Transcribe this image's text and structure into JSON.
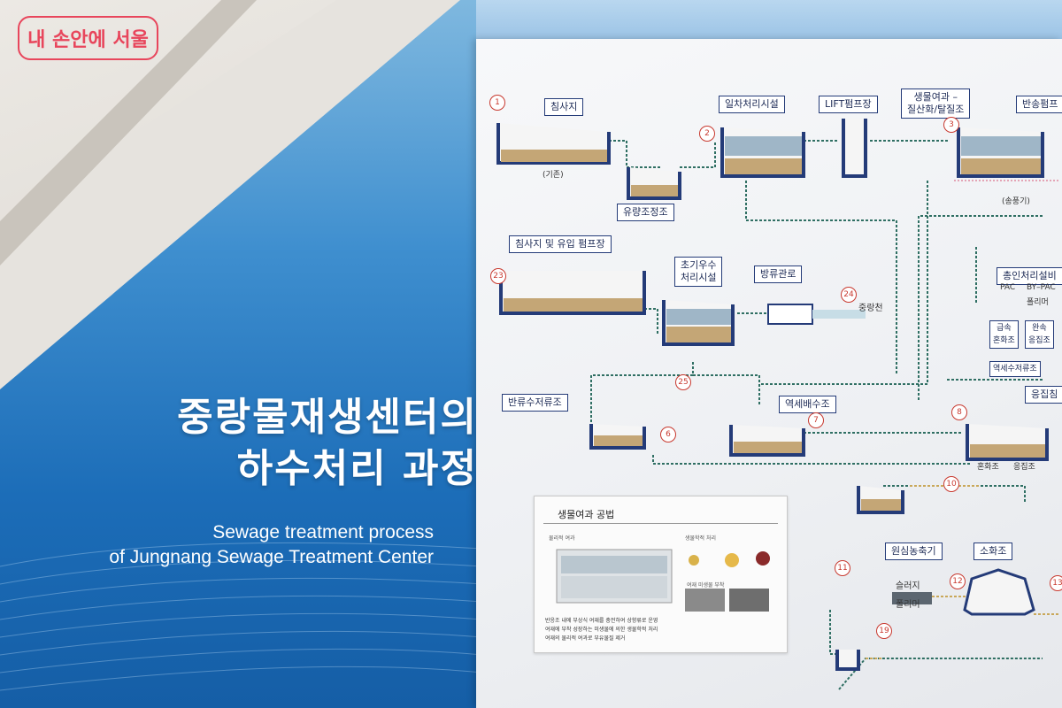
{
  "logo": {
    "text": "내 손안에 서울"
  },
  "title": {
    "ko_line1": "중랑물재생센터의",
    "ko_line2": "하수처리 과정",
    "en_line1": "Sewage treatment process",
    "en_line2": "of Jungnang Sewage Treatment Center"
  },
  "diagram": {
    "labels": {
      "settling": "침사지",
      "existing": "(기존)",
      "flow_eq": "유량조정조",
      "primary": "일차처리시설",
      "lift": "LIFT펌프장",
      "bio_line1": "생물여과 –",
      "bio_line2": "질산화/탈질조",
      "return_pump": "반송펌프",
      "blower": "(송풍기)",
      "settling_pump": "침사지 및 유입 펌프장",
      "first_flush_line1": "초기우수",
      "first_flush_line2": "처리시설",
      "outfall": "방류관로",
      "stream": "중랑천",
      "total_p": "총인처리설비",
      "pac": "PAC",
      "by_pac": "BY–PAC",
      "polymer": "폴리머",
      "rapid_mix_1": "급속",
      "rapid_mix_2": "혼화조",
      "slow_mix_1": "완속",
      "slow_mix_2": "응집조",
      "backwash_storage": "역세수저류조",
      "coag": "응집침",
      "return_storage": "반류수저류조",
      "backwash_drain": "역세배수조",
      "mix_tank": "혼화조",
      "coag_tank": "응집조",
      "thickener": "원심농축기",
      "digester": "소화조",
      "sludge": "슬러지",
      "polymer2": "폴리머"
    },
    "numbers": [
      "1",
      "2",
      "3",
      "23",
      "24",
      "25",
      "6",
      "7",
      "8",
      "10",
      "11",
      "12",
      "19",
      "13"
    ]
  },
  "inset": {
    "title": "생물여과 공법",
    "physical": "물리적 여과",
    "biological": "생물학적 처리",
    "microbe": "여재 미생물 부착",
    "bullets": [
      "반응조 내에 부상식 여재를 충전하여 상향류로 운영",
      "여재에 부착 성장하는 미생물에 의한 생물학적 처리",
      "여재의 물리적 여과로 부유물질 제거"
    ]
  },
  "colors": {
    "panel_blue": "#1c6db8",
    "label_border": "#243b78",
    "number_red": "#c8392f",
    "logo_pink": "#e8465c"
  }
}
